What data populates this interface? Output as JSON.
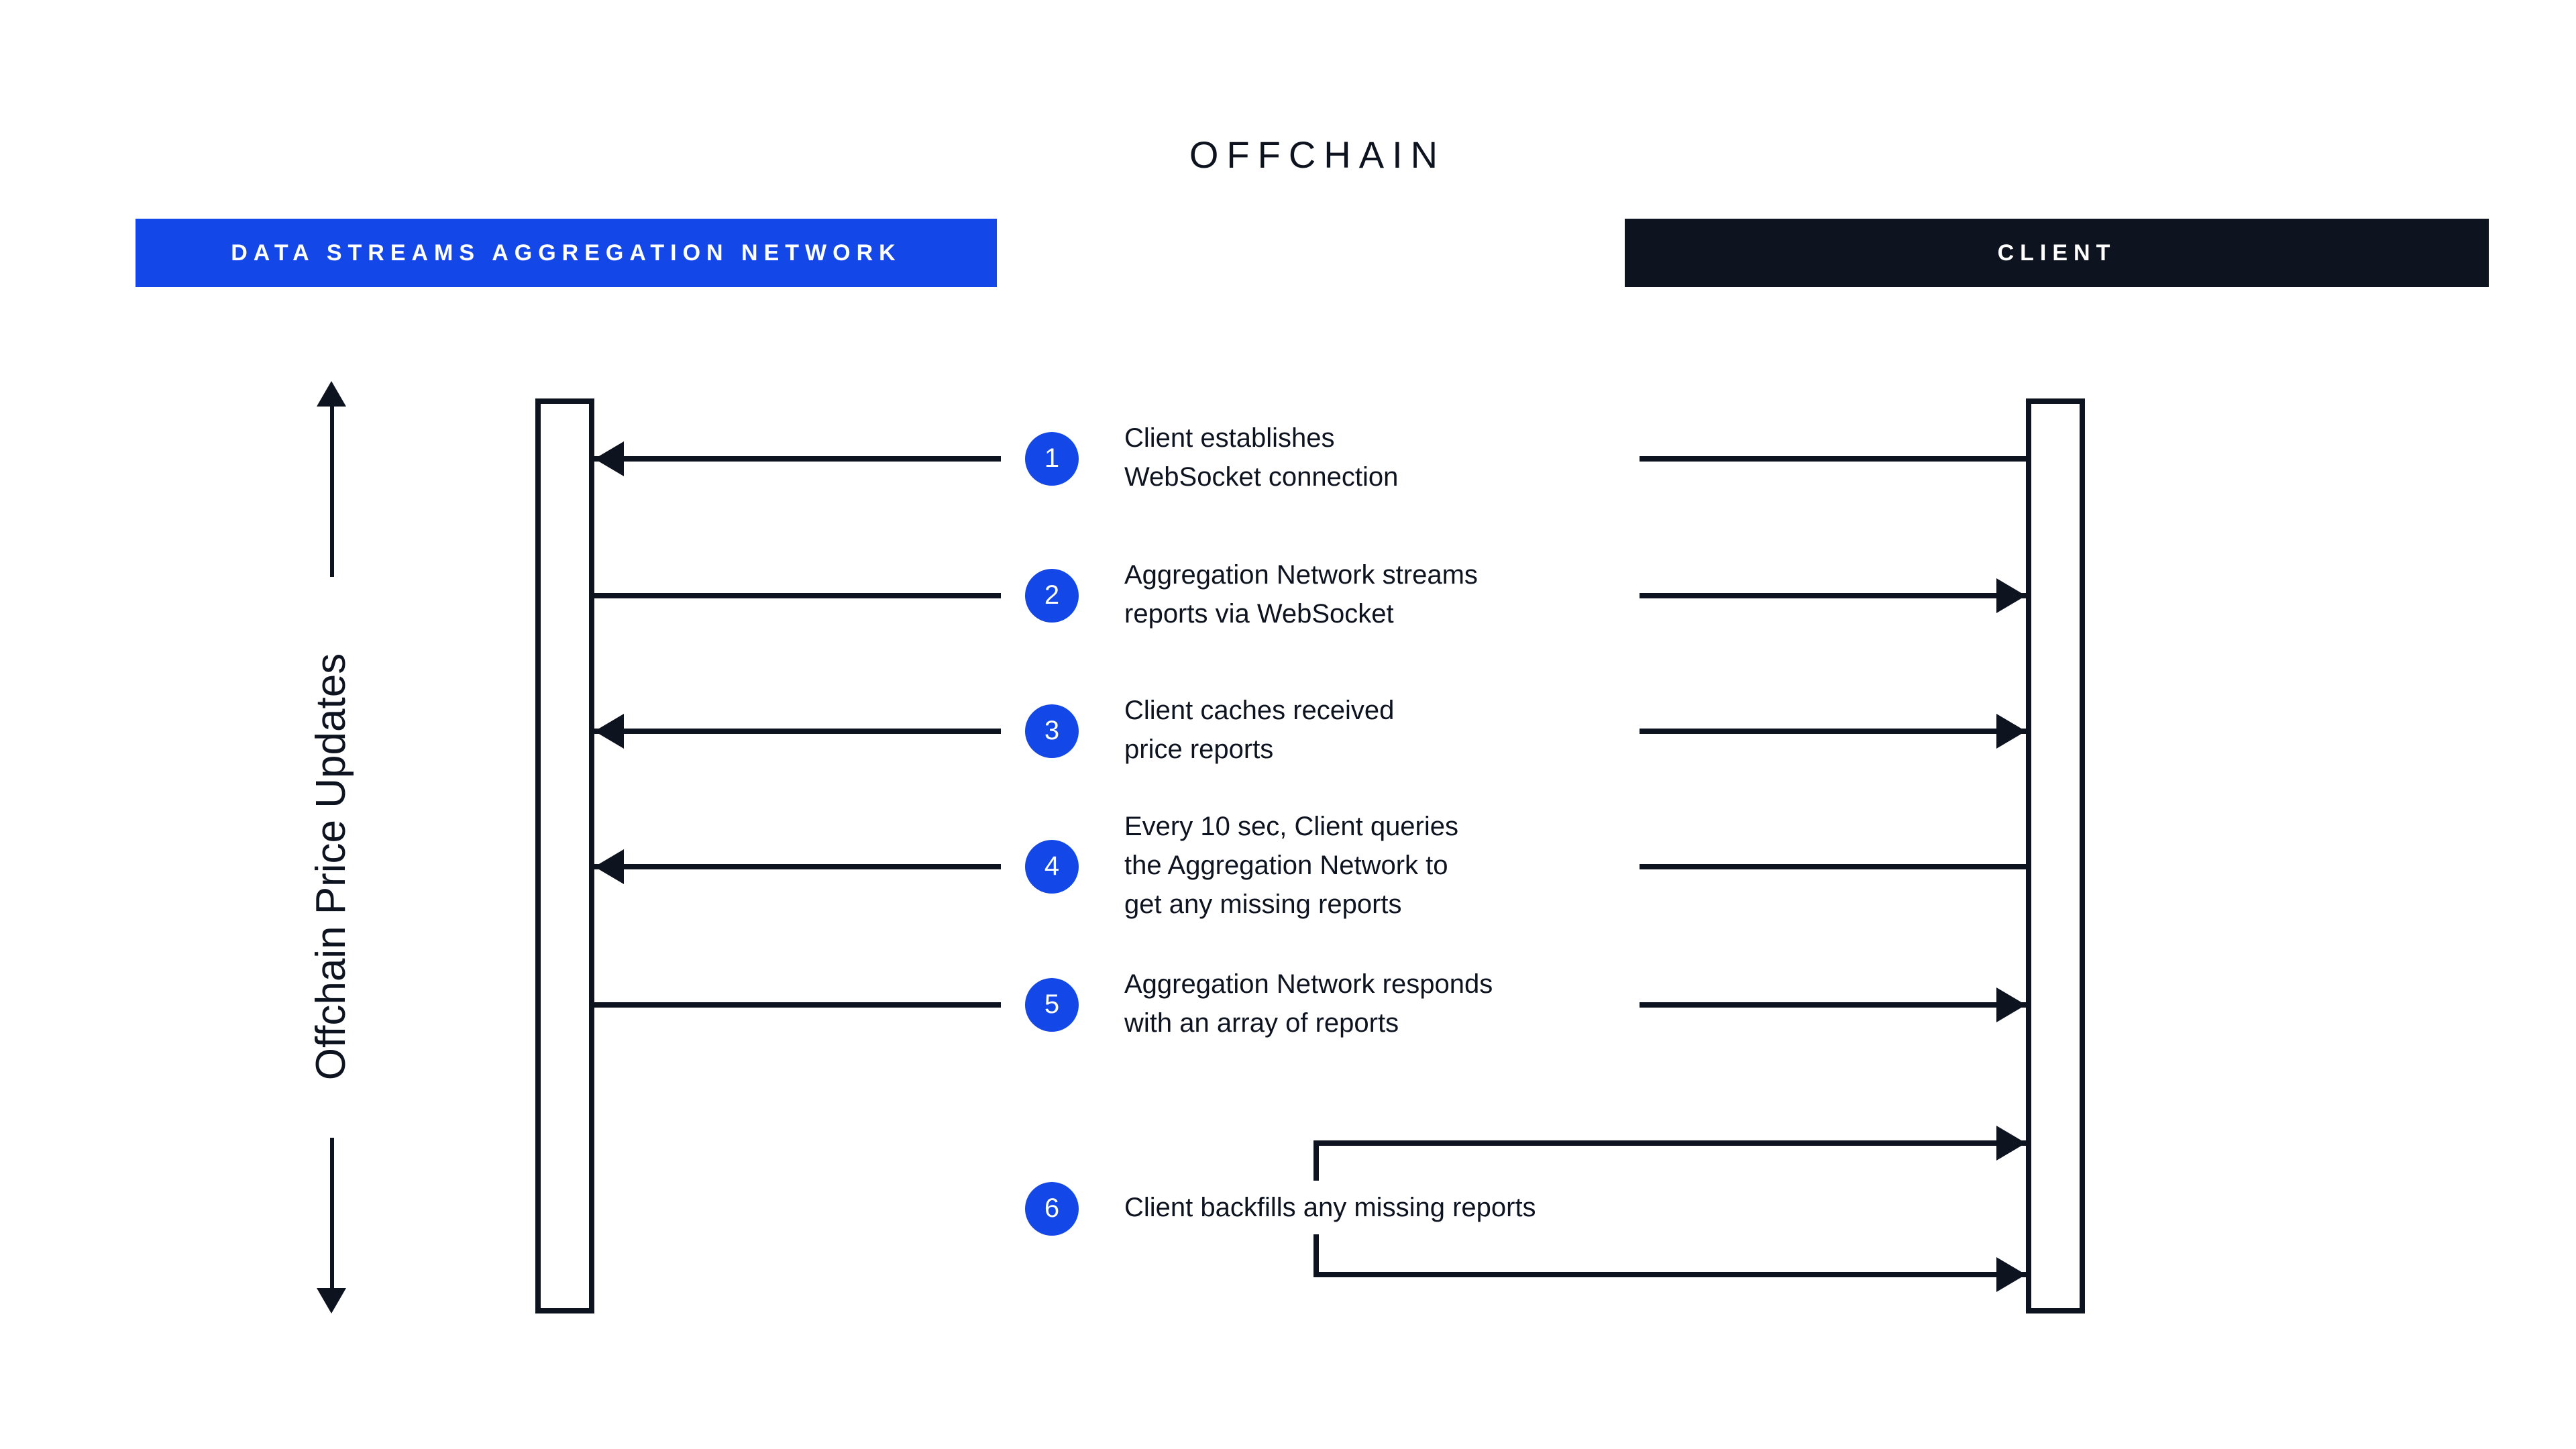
{
  "title": "OFFCHAIN",
  "lanes": {
    "left": {
      "label": "DATA STREAMS AGGREGATION NETWORK",
      "color": "#1347e8"
    },
    "right": {
      "label": "CLIENT",
      "color": "#0e1320"
    }
  },
  "side_label": "Offchain Price Updates",
  "steps": [
    {
      "num": "1",
      "lines": [
        "Client establishes",
        "WebSocket connection"
      ],
      "direction": "to-network"
    },
    {
      "num": "2",
      "lines": [
        "Aggregation Network streams",
        "reports via WebSocket"
      ],
      "direction": "to-client"
    },
    {
      "num": "3",
      "lines": [
        "Client caches received",
        "price reports"
      ],
      "direction": "both"
    },
    {
      "num": "4",
      "lines": [
        "Every 10 sec, Client queries",
        "the Aggregation Network to",
        "get any missing reports"
      ],
      "direction": "to-network"
    },
    {
      "num": "5",
      "lines": [
        "Aggregation Network responds",
        "with an array of reports"
      ],
      "direction": "to-client"
    },
    {
      "num": "6",
      "lines": [
        "Client backfills any missing reports"
      ],
      "direction": "to-client-backfill"
    }
  ],
  "colors": {
    "accent_blue": "#1347e8",
    "ink": "#0e1320"
  }
}
